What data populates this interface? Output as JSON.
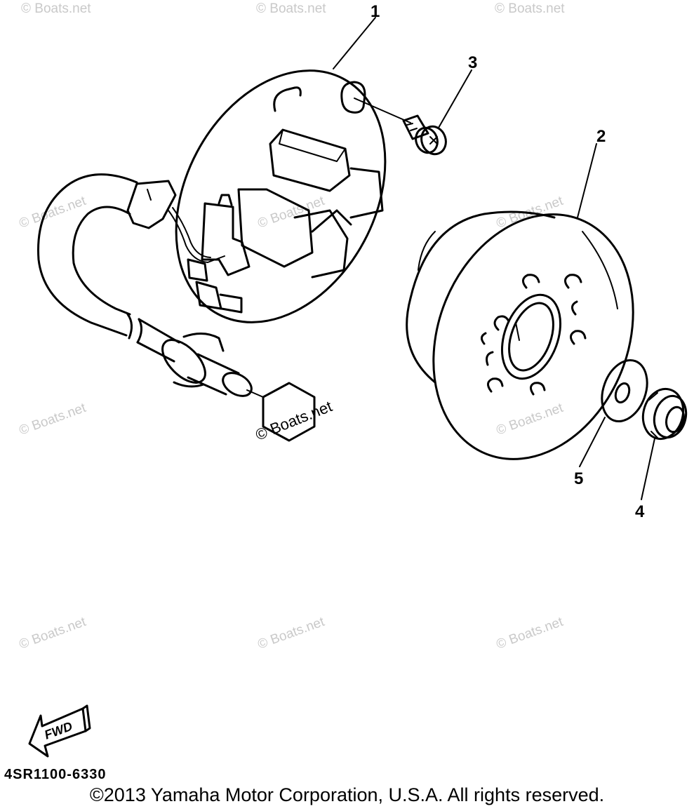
{
  "callouts": {
    "c1": "1",
    "c2": "2",
    "c3": "3",
    "c4": "4",
    "c5": "5"
  },
  "watermark": "© Boats.net",
  "fwd_label": "FWD",
  "part_code": "4SR1100-6330",
  "copyright": "©2013 Yamaha Motor Corporation, U.S.A. All rights reserved."
}
